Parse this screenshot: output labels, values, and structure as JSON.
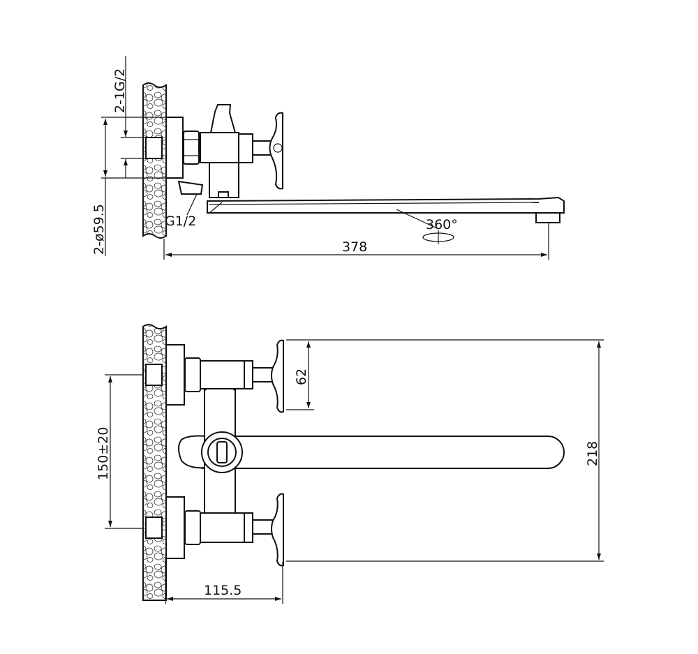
{
  "top_view": {
    "label_thread_inlet": "2-1G/2",
    "label_flange_diameter": "2-ø59.5",
    "label_outlet_thread": "G1/2",
    "label_rotation": "360°",
    "dim_total_length": "378"
  },
  "front_view": {
    "dim_handle_height": "62",
    "dim_total_height": "218",
    "dim_center_distance": "150±20",
    "dim_projection": "115.5"
  }
}
